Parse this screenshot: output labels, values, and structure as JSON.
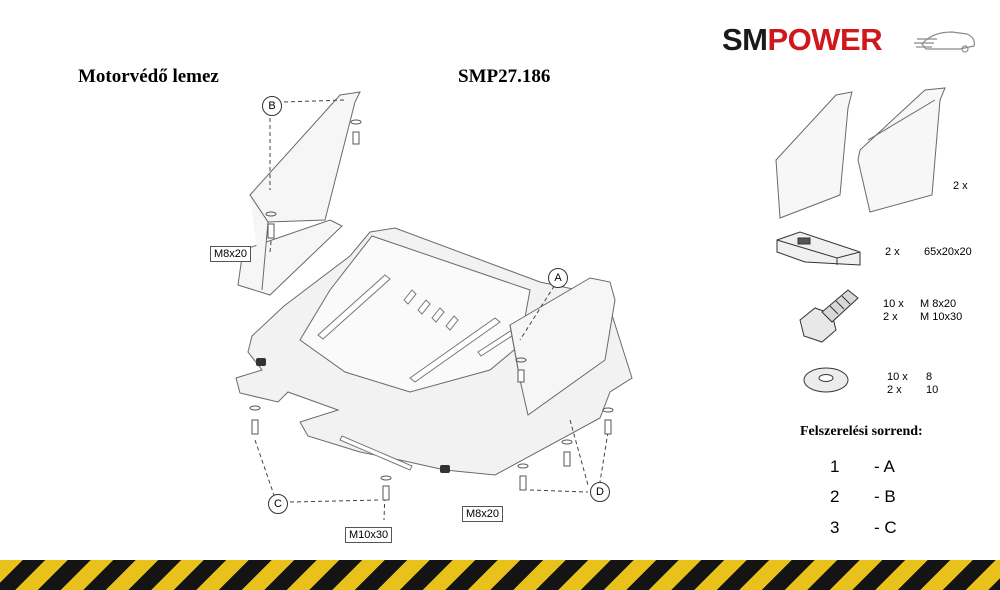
{
  "header": {
    "title": "Motorvédő lemez",
    "code": "SMP27.186",
    "logo_sm": "SM",
    "logo_power": "POWER"
  },
  "diagram": {
    "callouts": [
      "A",
      "B",
      "C",
      "D"
    ],
    "bolt_labels": [
      "M8x20",
      "M8x20",
      "M10x30"
    ]
  },
  "parts": {
    "brackets_qty": "2 x",
    "plate_qty": "2 x",
    "plate_size": "65x20x20",
    "bolt_qty": "10 x\n2 x",
    "bolt_size": "M 8x20\nM 10x30",
    "washer_qty": "10 x\n2 x",
    "washer_size": "8\n10"
  },
  "installation": {
    "title": "Felszerelési sorrend:",
    "steps": [
      {
        "num": "1",
        "val": "- A"
      },
      {
        "num": "2",
        "val": "- B"
      },
      {
        "num": "3",
        "val": "- C"
      }
    ]
  },
  "colors": {
    "brand_red": "#d0171c",
    "brand_dark": "#1a1a1a",
    "hazard_yellow": "#e8c21a",
    "hazard_black": "#141414"
  }
}
